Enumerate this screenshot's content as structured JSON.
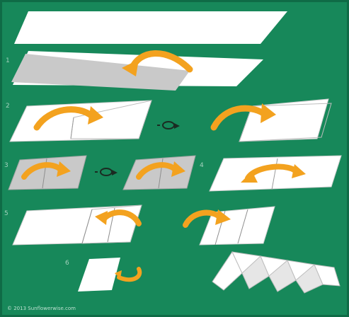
{
  "diagram": {
    "background_color": "#17885a",
    "border_color": "#0f6b46",
    "paper_color": "#ffffff",
    "paper_shade_color": "#c9c9c9",
    "arrow_color": "#f3a21f",
    "icon_color": "#1b2b22",
    "steps": [
      {
        "label": "1"
      },
      {
        "label": "2"
      },
      {
        "label": "3"
      },
      {
        "label": "4"
      },
      {
        "label": "5"
      },
      {
        "label": "6"
      }
    ],
    "turn_over_icons": [
      "turn-over-icon",
      "turn-over-icon"
    ],
    "credit": "© 2013 Sunflowerwise.com"
  }
}
